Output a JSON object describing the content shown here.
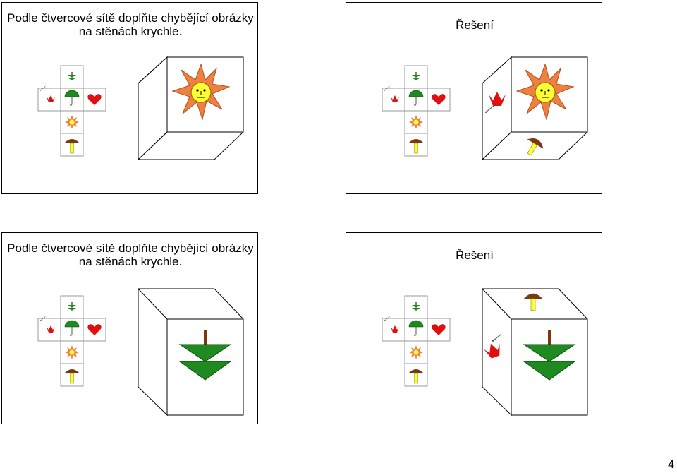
{
  "slides": [
    {
      "title": "Podle čtvercové sítě doplňte chybějící obrázky na stěnách krychle."
    },
    {
      "title": "Řešení"
    },
    {
      "title": "Podle čtvercové sítě doplňte chybějící obrázky na stěnách krychle."
    },
    {
      "title": "Řešení"
    }
  ],
  "page_number": "4",
  "colors": {
    "tree_green": "#1f8a1f",
    "sun_orange": "#f08040",
    "sun_face": "#ffff33",
    "heart_red": "#e01010",
    "mushroom_cap": "#7a3a10",
    "mushroom_stem": "#ffff33"
  }
}
